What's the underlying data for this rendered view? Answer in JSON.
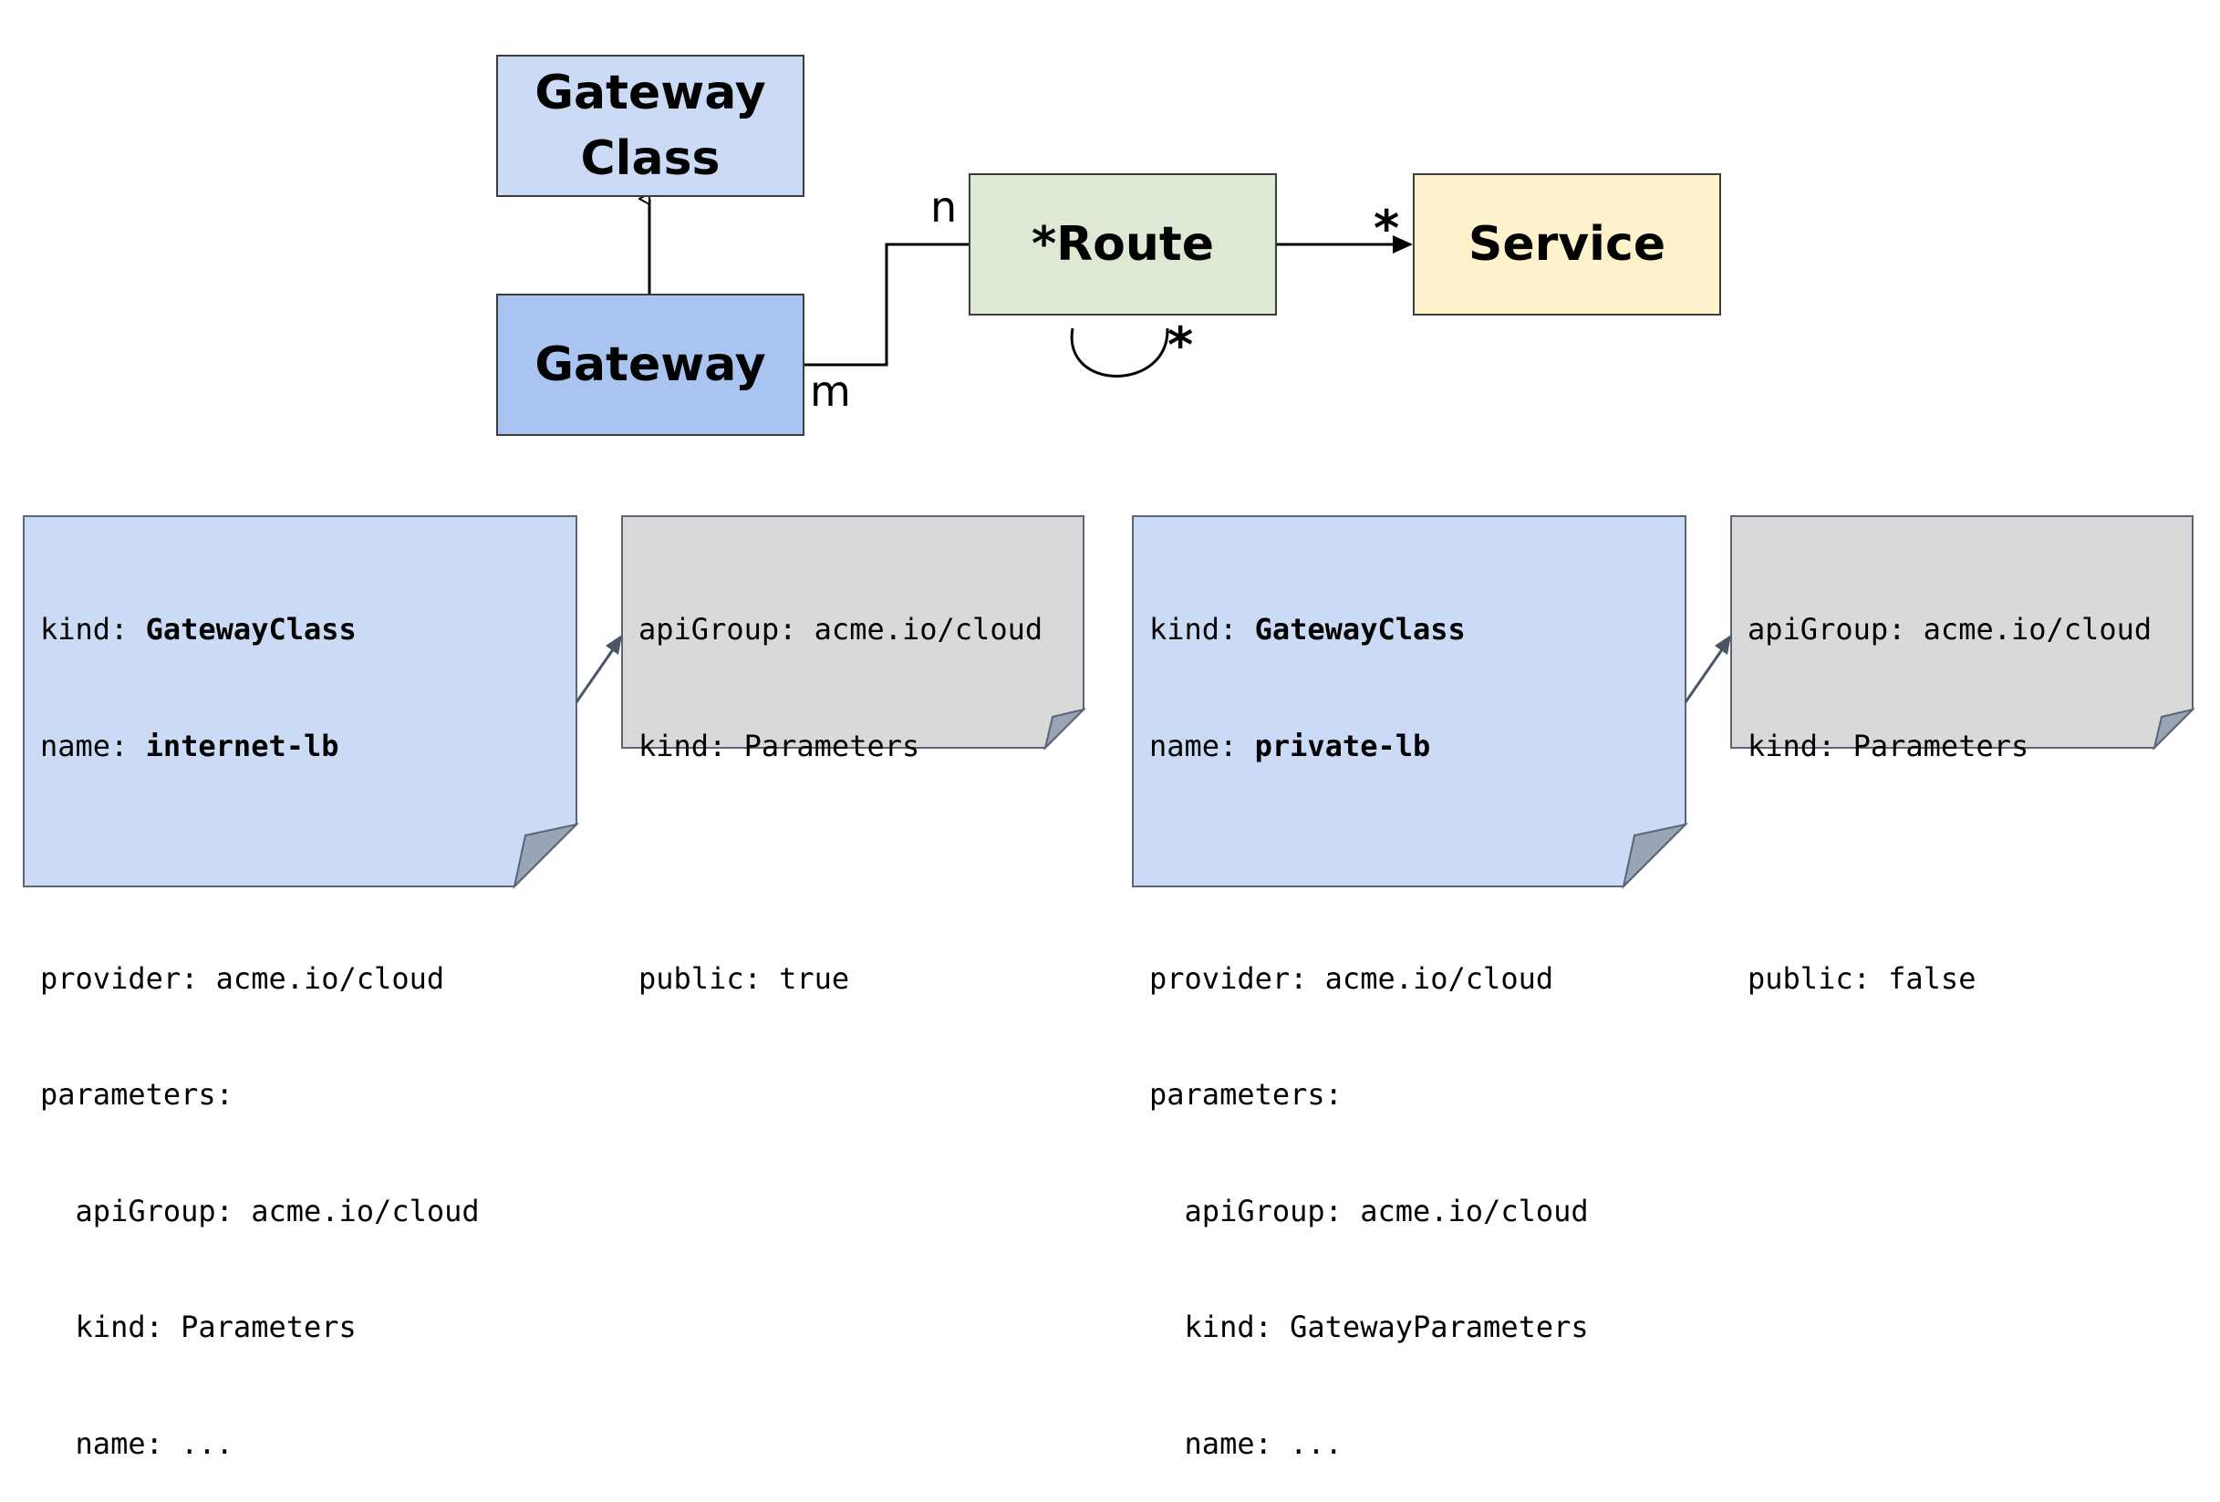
{
  "colors": {
    "gateway_class_fill": "#cbdaf5",
    "gateway_fill": "#a9c4f0",
    "route_fill": "#dde9d5",
    "service_fill": "#fdf2cc",
    "class_note_fill": "#cbdaf5",
    "params_note_fill": "#d9d9d9"
  },
  "entities": {
    "gateway_class": {
      "line1": "Gateway",
      "line2": "Class"
    },
    "gateway": {
      "label": "Gateway"
    },
    "route": {
      "label": "*Route"
    },
    "service": {
      "label": "Service"
    }
  },
  "multiplicities": {
    "route_side": "n",
    "gateway_side": "m",
    "service": "*",
    "route_self": "*"
  },
  "notes": {
    "internet_lb_class": {
      "kind_key": "kind: ",
      "kind_value": "GatewayClass",
      "name_key": "name: ",
      "name_value": "internet-lb",
      "provider": "provider: acme.io/cloud",
      "parameters": "parameters:",
      "api_group": "  apiGroup: acme.io/cloud",
      "param_kind": "  kind: Parameters",
      "param_name": "  name: ..."
    },
    "internet_lb_params": {
      "api_group": "apiGroup: acme.io/cloud",
      "kind": "kind: Parameters",
      "public": "public: true"
    },
    "private_lb_class": {
      "kind_key": "kind: ",
      "kind_value": "GatewayClass",
      "name_key": "name: ",
      "name_value": "private-lb",
      "provider": "provider: acme.io/cloud",
      "parameters": "parameters:",
      "api_group": "  apiGroup: acme.io/cloud",
      "param_kind": "  kind: GatewayParameters",
      "param_name": "  name: ..."
    },
    "private_lb_params": {
      "api_group": "apiGroup: acme.io/cloud",
      "kind": "kind: Parameters",
      "public": "public: false"
    }
  }
}
